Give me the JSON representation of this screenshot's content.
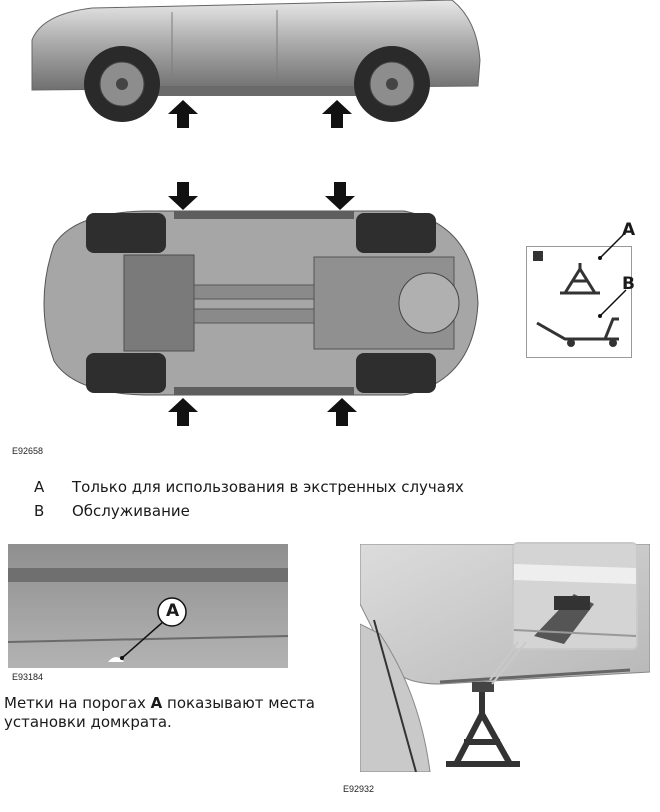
{
  "figure1": {
    "code": "E92658",
    "callout_a": "A",
    "callout_b": "B"
  },
  "legend": [
    {
      "key": "A",
      "text": "Только для использования в экстренных случаях"
    },
    {
      "key": "B",
      "text": "Обслуживание"
    }
  ],
  "figure2": {
    "code": "E93184",
    "callout": "A",
    "caption_line1_pre": "Метки на порогах ",
    "caption_line1_bold": "A",
    "caption_line1_post": " показывают места",
    "caption_line2": "установки домкрата."
  },
  "figure3": {
    "code": "E92932"
  },
  "colors": {
    "body_gray": "#9a9a9a",
    "arrow": "#111111"
  },
  "icons": [
    "jack-point-arrow-icon",
    "scissor-jack-icon",
    "trolley-jack-icon",
    "warning-square-icon"
  ]
}
